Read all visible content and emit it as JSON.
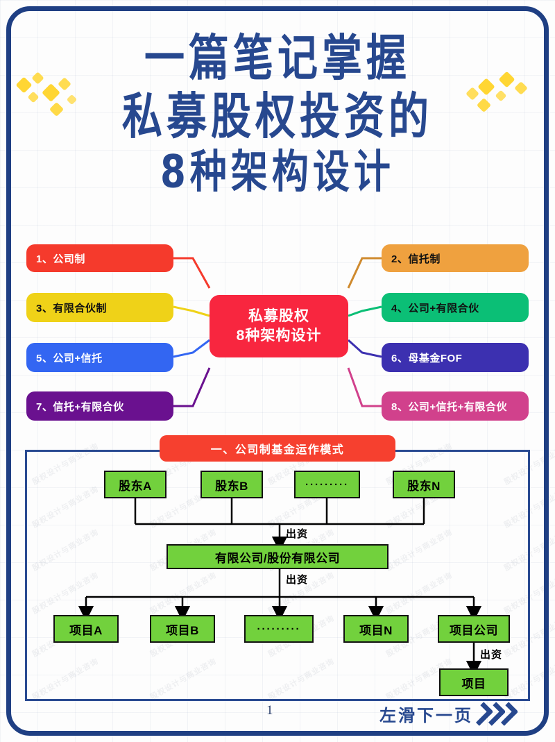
{
  "title": {
    "line1": "一篇笔记掌握",
    "line2": "私募股权投资的",
    "line3": "8种架构设计",
    "color": "#27488f"
  },
  "mindmap": {
    "center": {
      "line1": "私募股权",
      "line2": "8种架构设计",
      "color": "#f8263f"
    },
    "branches": [
      {
        "label": "1、公司制",
        "color": "#f53a2c",
        "text_color": "#ffffff",
        "side": "left"
      },
      {
        "label": "2、信托制",
        "color": "#efa13f",
        "text_color": "#111111",
        "side": "right"
      },
      {
        "label": "3、有限合伙制",
        "color": "#efd218",
        "text_color": "#111111",
        "side": "left"
      },
      {
        "label": "4、公司+有限合伙",
        "color": "#0bbf76",
        "text_color": "#111111",
        "side": "right"
      },
      {
        "label": "5、公司+信托",
        "color": "#3366f2",
        "text_color": "#ffffff",
        "side": "left"
      },
      {
        "label": "6、母基金FOF",
        "color": "#3c30b0",
        "text_color": "#ffffff",
        "side": "right"
      },
      {
        "label": "7、信托+有限合伙",
        "color": "#6a118f",
        "text_color": "#ffffff",
        "side": "left"
      },
      {
        "label": "8、公司+信托+有限合伙",
        "color": "#d1418c",
        "text_color": "#ffffff",
        "side": "right"
      }
    ]
  },
  "flowchart": {
    "section_title": "一、公司制基金运作模式",
    "section_color": "#f6402f",
    "node_color": "#72d13d",
    "shareholders": [
      "股东A",
      "股东B",
      "·········",
      "股东N"
    ],
    "entity": "有限公司/股份有限公司",
    "projects": [
      "项目A",
      "项目B",
      "·········",
      "项目N",
      "项目公司"
    ],
    "sub_project": "项目",
    "edge_label_1": "出资",
    "edge_label_2": "出资",
    "edge_label_3": "出资"
  },
  "footer": {
    "page_number": "1",
    "swipe_text": "左滑下一页",
    "chevron_count": 3
  },
  "watermark": {
    "text": "股权设计与商业咨询"
  }
}
